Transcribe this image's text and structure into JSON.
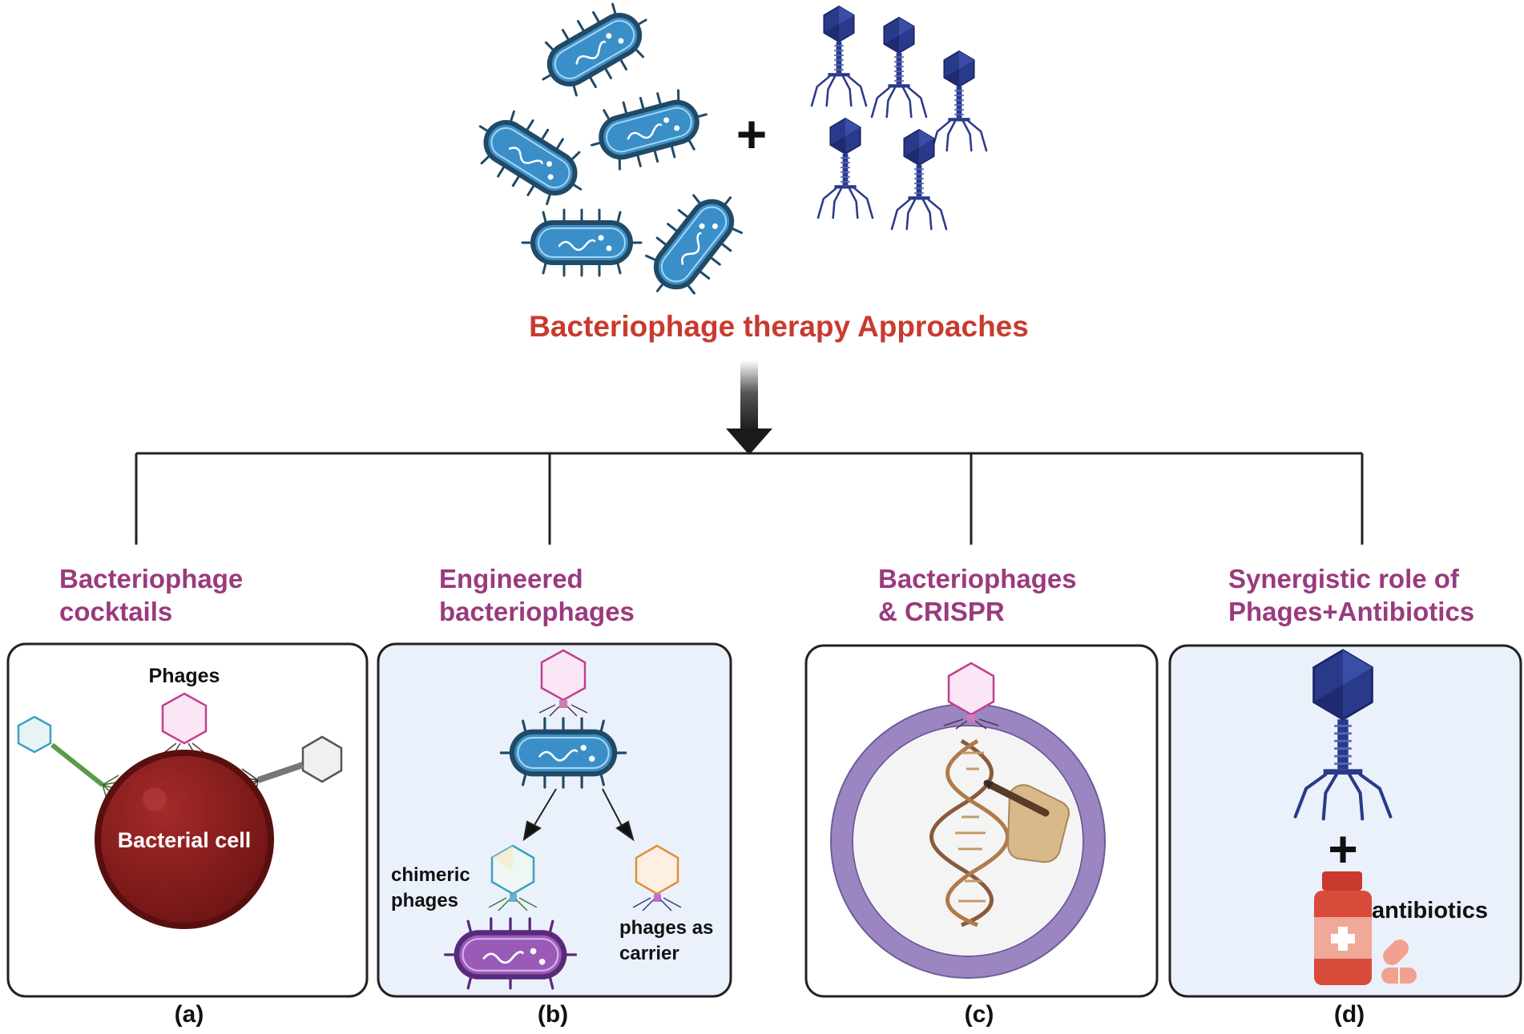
{
  "main_title": "Bacteriophage therapy Approaches",
  "plus_sign": "+",
  "colors": {
    "title_red": "#c93a2e",
    "heading_purple": "#9a3a7e",
    "bacteria_blue": "#3a8fc9",
    "bacteria_dark": "#214a66",
    "phage_navy": "#2a3a8a",
    "cell_red": "#8a1f1f",
    "panel_bg": "#eaf1fb",
    "crispr_ring": "#9b86c2"
  },
  "panels": [
    {
      "heading_line1": "Bacteriophage",
      "heading_line2": "cocktails",
      "caption": "(a)",
      "phages_label": "Phages",
      "cell_label": "Bacterial cell"
    },
    {
      "heading_line1": "Engineered",
      "heading_line2": "bacteriophages",
      "caption": "(b)",
      "left_label_line1": "chimeric",
      "left_label_line2": "phages",
      "right_label_line1": "phages as",
      "right_label_line2": "carrier"
    },
    {
      "heading_line1": "Bacteriophages",
      "heading_line2": "& CRISPR",
      "caption": "(c)"
    },
    {
      "heading_line1": "Synergistic role of",
      "heading_line2": "Phages+Antibiotics",
      "caption": "(d)",
      "drug_label": "antibiotics",
      "plus_sign": "+"
    }
  ]
}
